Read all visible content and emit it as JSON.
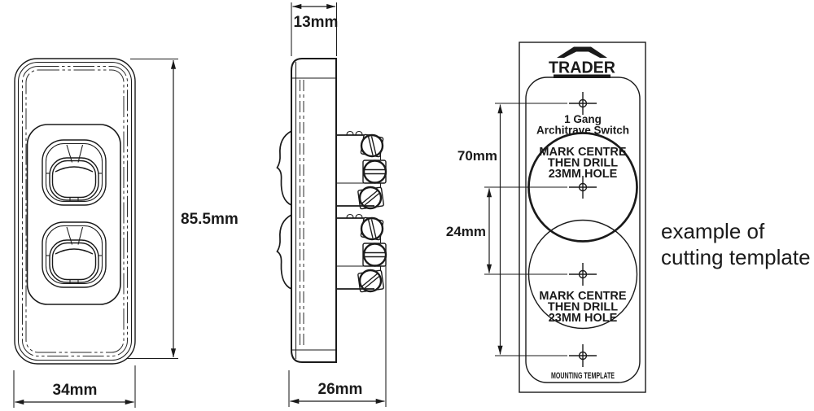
{
  "drawing": {
    "front_view": {
      "width_label": "34mm",
      "height_label": "85.5mm"
    },
    "side_view": {
      "depth_label": "13mm",
      "total_depth_label": "26mm"
    },
    "template": {
      "brand": "TRADER",
      "product_name_line1": "1 Gang",
      "product_name_line2": "Architrave Switch",
      "hole_spacing_label": "70mm",
      "centre_spacing_label": "24mm",
      "drill_instruction_line1": "MARK CENTRE",
      "drill_instruction_line2": "THEN DRILL",
      "drill_instruction_line3": "23MM HOLE",
      "footer": "MOUNTING TEMPLATE"
    },
    "caption": {
      "line1": "example of",
      "line2": "cutting template"
    }
  }
}
